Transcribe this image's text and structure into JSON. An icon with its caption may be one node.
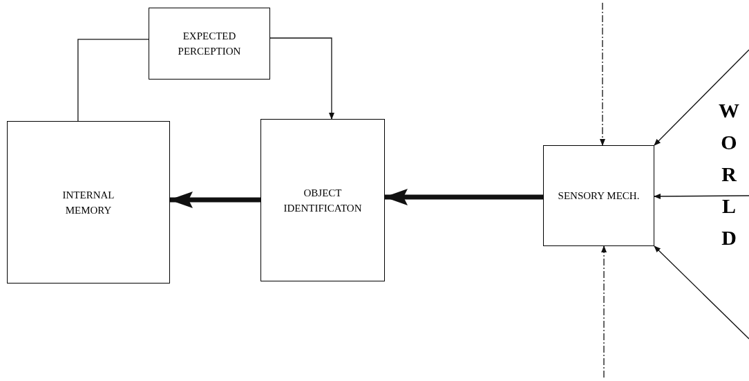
{
  "diagram": {
    "nodes": [
      {
        "text": [
          "EXPECTED PERCEPTION"
        ]
      },
      {
        "text": [
          "INTERNAL MEMORY"
        ]
      },
      {
        "text": [
          "OBJECT IDENTIFICATON"
        ]
      },
      {
        "text": [
          "SENSORY MECH."
        ]
      }
    ],
    "edges": [
      {
        "from": 1,
        "to": 0,
        "arrow": "none"
      },
      {
        "from": 0,
        "to": 2,
        "arrow": "to"
      },
      {
        "from": 2,
        "to": 1,
        "arrow": "to",
        "style": "thick"
      },
      {
        "from": 3,
        "to": 2,
        "arrow": "to",
        "style": "thick"
      },
      {
        "from": null,
        "to": 3,
        "arrow": "to",
        "style": "dashed"
      },
      {
        "from": null,
        "to": 3,
        "arrow": "to",
        "style": "dashed"
      },
      {
        "from": null,
        "to": 3,
        "arrow": "to"
      },
      {
        "from": null,
        "to": 3,
        "arrow": "to"
      },
      {
        "from": null,
        "to": 3,
        "arrow": "to"
      }
    ],
    "labels": [
      "WORLD"
    ]
  }
}
